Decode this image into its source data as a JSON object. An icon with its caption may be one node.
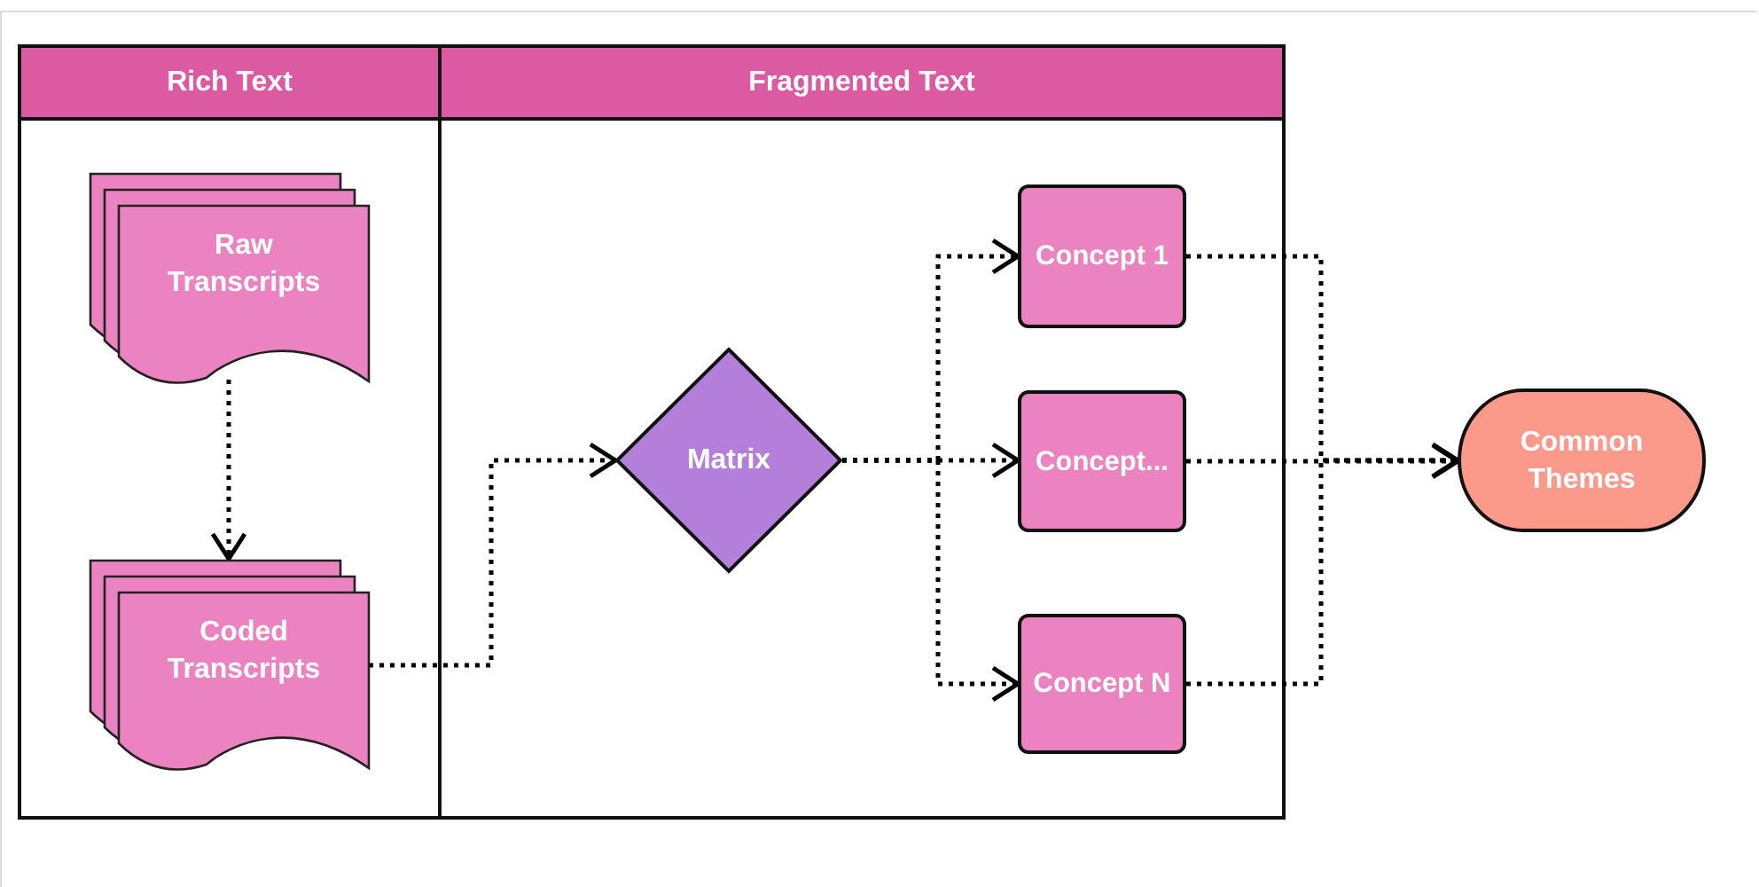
{
  "diagram": {
    "nodes": [
      {
        "text": [
          "Rich Text"
        ]
      },
      {
        "text": [
          "Fragmented Text"
        ]
      },
      {
        "text": [
          "Raw Transcripts"
        ],
        "in": 0
      },
      {
        "text": [
          "Coded Transcripts"
        ],
        "in": 0
      },
      {
        "text": [
          "Matrix"
        ],
        "in": 1
      },
      {
        "text": [
          "Concept 1"
        ],
        "in": 1
      },
      {
        "text": [
          "Concept..."
        ],
        "in": 1
      },
      {
        "text": [
          "Concept N"
        ],
        "in": 1
      },
      {
        "text": [
          "Common Themes"
        ]
      }
    ],
    "edges": [
      {
        "from": 2,
        "to": 3,
        "arrow": "to"
      },
      {
        "from": 3,
        "to": 4,
        "arrow": "to"
      },
      {
        "from": 4,
        "to": 5,
        "arrow": "to"
      },
      {
        "from": 4,
        "to": 6,
        "arrow": "to"
      },
      {
        "from": 4,
        "to": 7,
        "arrow": "to"
      },
      {
        "from": 5,
        "to": 8,
        "arrow": "to"
      },
      {
        "from": 6,
        "to": 8,
        "arrow": "to"
      },
      {
        "from": 7,
        "to": 8,
        "arrow": "to"
      }
    ]
  }
}
